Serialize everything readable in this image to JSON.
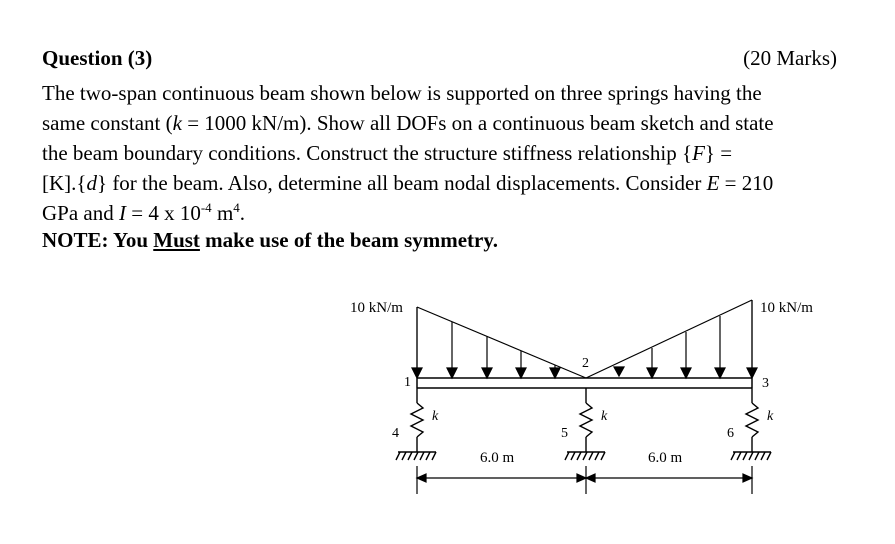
{
  "question": {
    "title": "Question (3)",
    "marks": "(20 Marks)"
  },
  "problem": {
    "l1": "The two-span continuous beam shown below is supported on three springs having the",
    "l2a": "same constant (",
    "l2k": "k",
    "l2b": " = 1000 kN/m). Show all DOFs on a continuous beam sketch and state",
    "l3a": "the beam boundary conditions. Construct the structure stiffness relationship {",
    "l3F": "F",
    "l3b": "} =",
    "l4a": "[K].{",
    "l4d": "d",
    "l4b": "} for the beam. Also, determine all beam nodal displacements. Consider ",
    "l4E": "E",
    "l4c": " = 210",
    "l5a": "GPa and ",
    "l5I": "I",
    "l5b": " = 4 x 10",
    "l5exp": "-4",
    "l5c": " m",
    "l5exp2": "4",
    "l5d": "."
  },
  "note": {
    "prefix": "NOTE: You ",
    "must": "Must",
    "suffix": " make use of the beam symmetry."
  },
  "figure": {
    "load_left": "10 kN/m",
    "load_right": "10 kN/m",
    "node_labels": [
      "1",
      "2",
      "3"
    ],
    "spring_labels": [
      "4",
      "5",
      "6"
    ],
    "spring_constant_label": "k",
    "span_left": "6.0 m",
    "span_right": "6.0 m"
  },
  "colors": {
    "ink": "#000000",
    "background": "#ffffff"
  }
}
